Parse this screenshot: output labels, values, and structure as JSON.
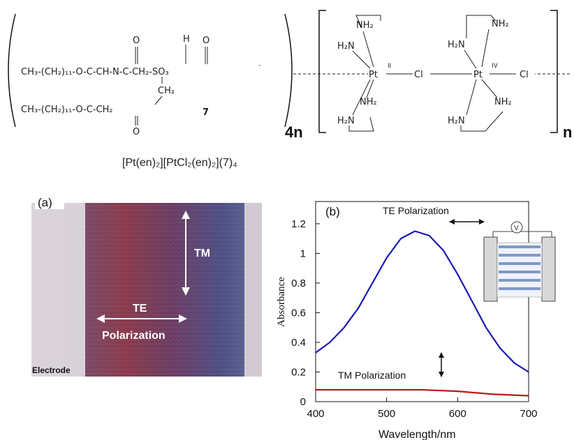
{
  "scheme": {
    "chain_top": "CH₃-(CH₂)₁₁-O-C-CH-N-C-CH₂-SO₃",
    "chain_bottom": "CH₃-(CH₂)₁₁-O-C-CH₂",
    "ch2_middle": "CH₂",
    "compound_number": "7",
    "carbonyl_o": "O",
    "nh_h": "H",
    "sulfonate_charge": "-",
    "multiplier_4n": "4n",
    "multiplier_n": "n",
    "pt_labels": {
      "pt": "Pt",
      "ox_ii": "II",
      "ox_iv": "IV",
      "cl": "Cl"
    },
    "amine_labels": {
      "nh2": "NH₂",
      "h2n": "H₂N"
    },
    "formula": "[Pt(en)₂][PtCl₂(en)₂](7)₄"
  },
  "panel_a": {
    "label": "(a)",
    "tm_label": "TM",
    "te_label": "TE",
    "polarization_label": "Polarization",
    "electrode_label": "Electrode"
  },
  "panel_b": {
    "label": "(b)",
    "te_annotation": "TE Polarization",
    "tm_annotation": "TM Polarization",
    "cell_icon": "voltage-cell-icon"
  },
  "chart_data": {
    "type": "line",
    "xlabel": "Wavelength/nm",
    "ylabel": "Absorbance",
    "xlim": [
      400,
      700
    ],
    "ylim": [
      0,
      1.35
    ],
    "xticks": [
      400,
      500,
      600,
      700
    ],
    "yticks": [
      0,
      0.2,
      0.4,
      0.6,
      0.8,
      1,
      1.2
    ],
    "ytick_labels": [
      "0",
      "0.2",
      "0.4",
      "0.6",
      "0.8",
      "1",
      "1.2"
    ],
    "series": [
      {
        "name": "TE Polarization",
        "color": "#1a1ab8",
        "x": [
          400,
          420,
          440,
          460,
          480,
          500,
          520,
          540,
          560,
          580,
          600,
          620,
          640,
          660,
          680,
          700
        ],
        "y": [
          0.33,
          0.4,
          0.5,
          0.63,
          0.8,
          0.97,
          1.1,
          1.15,
          1.12,
          1.02,
          0.86,
          0.68,
          0.5,
          0.36,
          0.26,
          0.2
        ]
      },
      {
        "name": "TM Polarization",
        "color": "#c01818",
        "x": [
          400,
          450,
          500,
          550,
          600,
          650,
          700
        ],
        "y": [
          0.08,
          0.08,
          0.08,
          0.08,
          0.07,
          0.05,
          0.04
        ]
      }
    ],
    "grid": false
  }
}
